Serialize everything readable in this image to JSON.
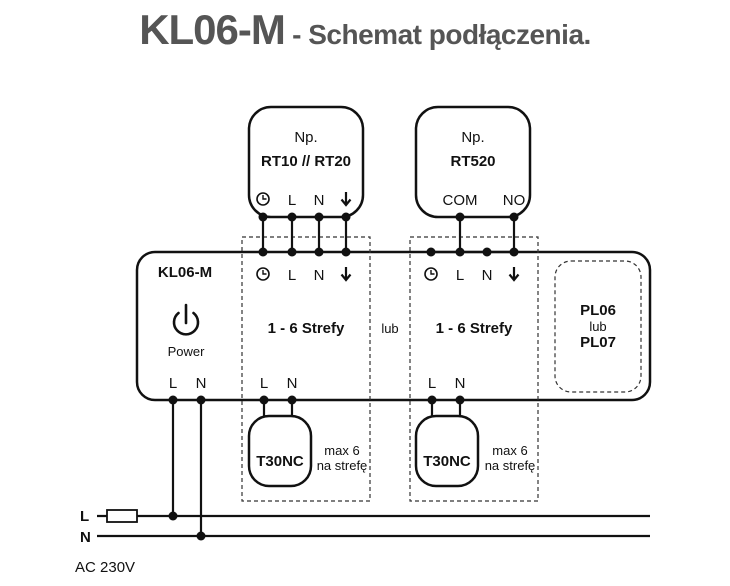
{
  "title": {
    "main": "KL06-M",
    "sub": " - Schemat podłączenia."
  },
  "thermostats": [
    {
      "line1": "Np.",
      "line2": "RT10 // RT20",
      "terminals": [
        "L",
        "N"
      ]
    },
    {
      "line1": "Np.",
      "line2": "RT520",
      "terminals": [
        "COM",
        "NO"
      ]
    }
  ],
  "controller": {
    "name": "KL06-M",
    "power_label": "Power",
    "power_terminals": [
      "L",
      "N"
    ],
    "zone_terminals": [
      "L",
      "N"
    ],
    "zones": [
      {
        "label": "1 - 6 Strefy",
        "out_terminals": [
          "L",
          "N"
        ]
      },
      {
        "label": "1 - 6 Strefy",
        "out_terminals": [
          "L",
          "N"
        ]
      }
    ],
    "separator": "lub",
    "module": {
      "line1": "PL06",
      "line2": "lub",
      "line3": "PL07"
    }
  },
  "actuators": [
    {
      "name": "T30NC",
      "note1": "max 6",
      "note2": "na strefę"
    },
    {
      "name": "T30NC",
      "note1": "max 6",
      "note2": "na strefę"
    }
  ],
  "mains": {
    "l_label": "L",
    "n_label": "N",
    "voltage": "AC 230V"
  },
  "icons": [
    "clock-icon",
    "arrow-down-icon",
    "power-icon",
    "fuse-icon"
  ]
}
